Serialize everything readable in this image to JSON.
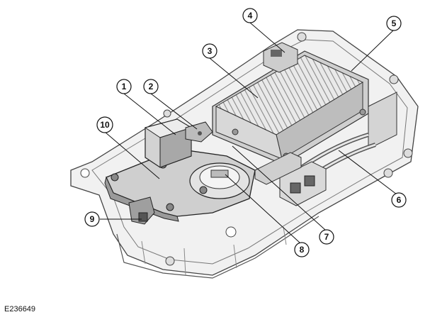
{
  "figure": {
    "reference_code": "E236649",
    "callouts": [
      "1",
      "2",
      "3",
      "4",
      "5",
      "6",
      "7",
      "8",
      "9",
      "10"
    ]
  }
}
